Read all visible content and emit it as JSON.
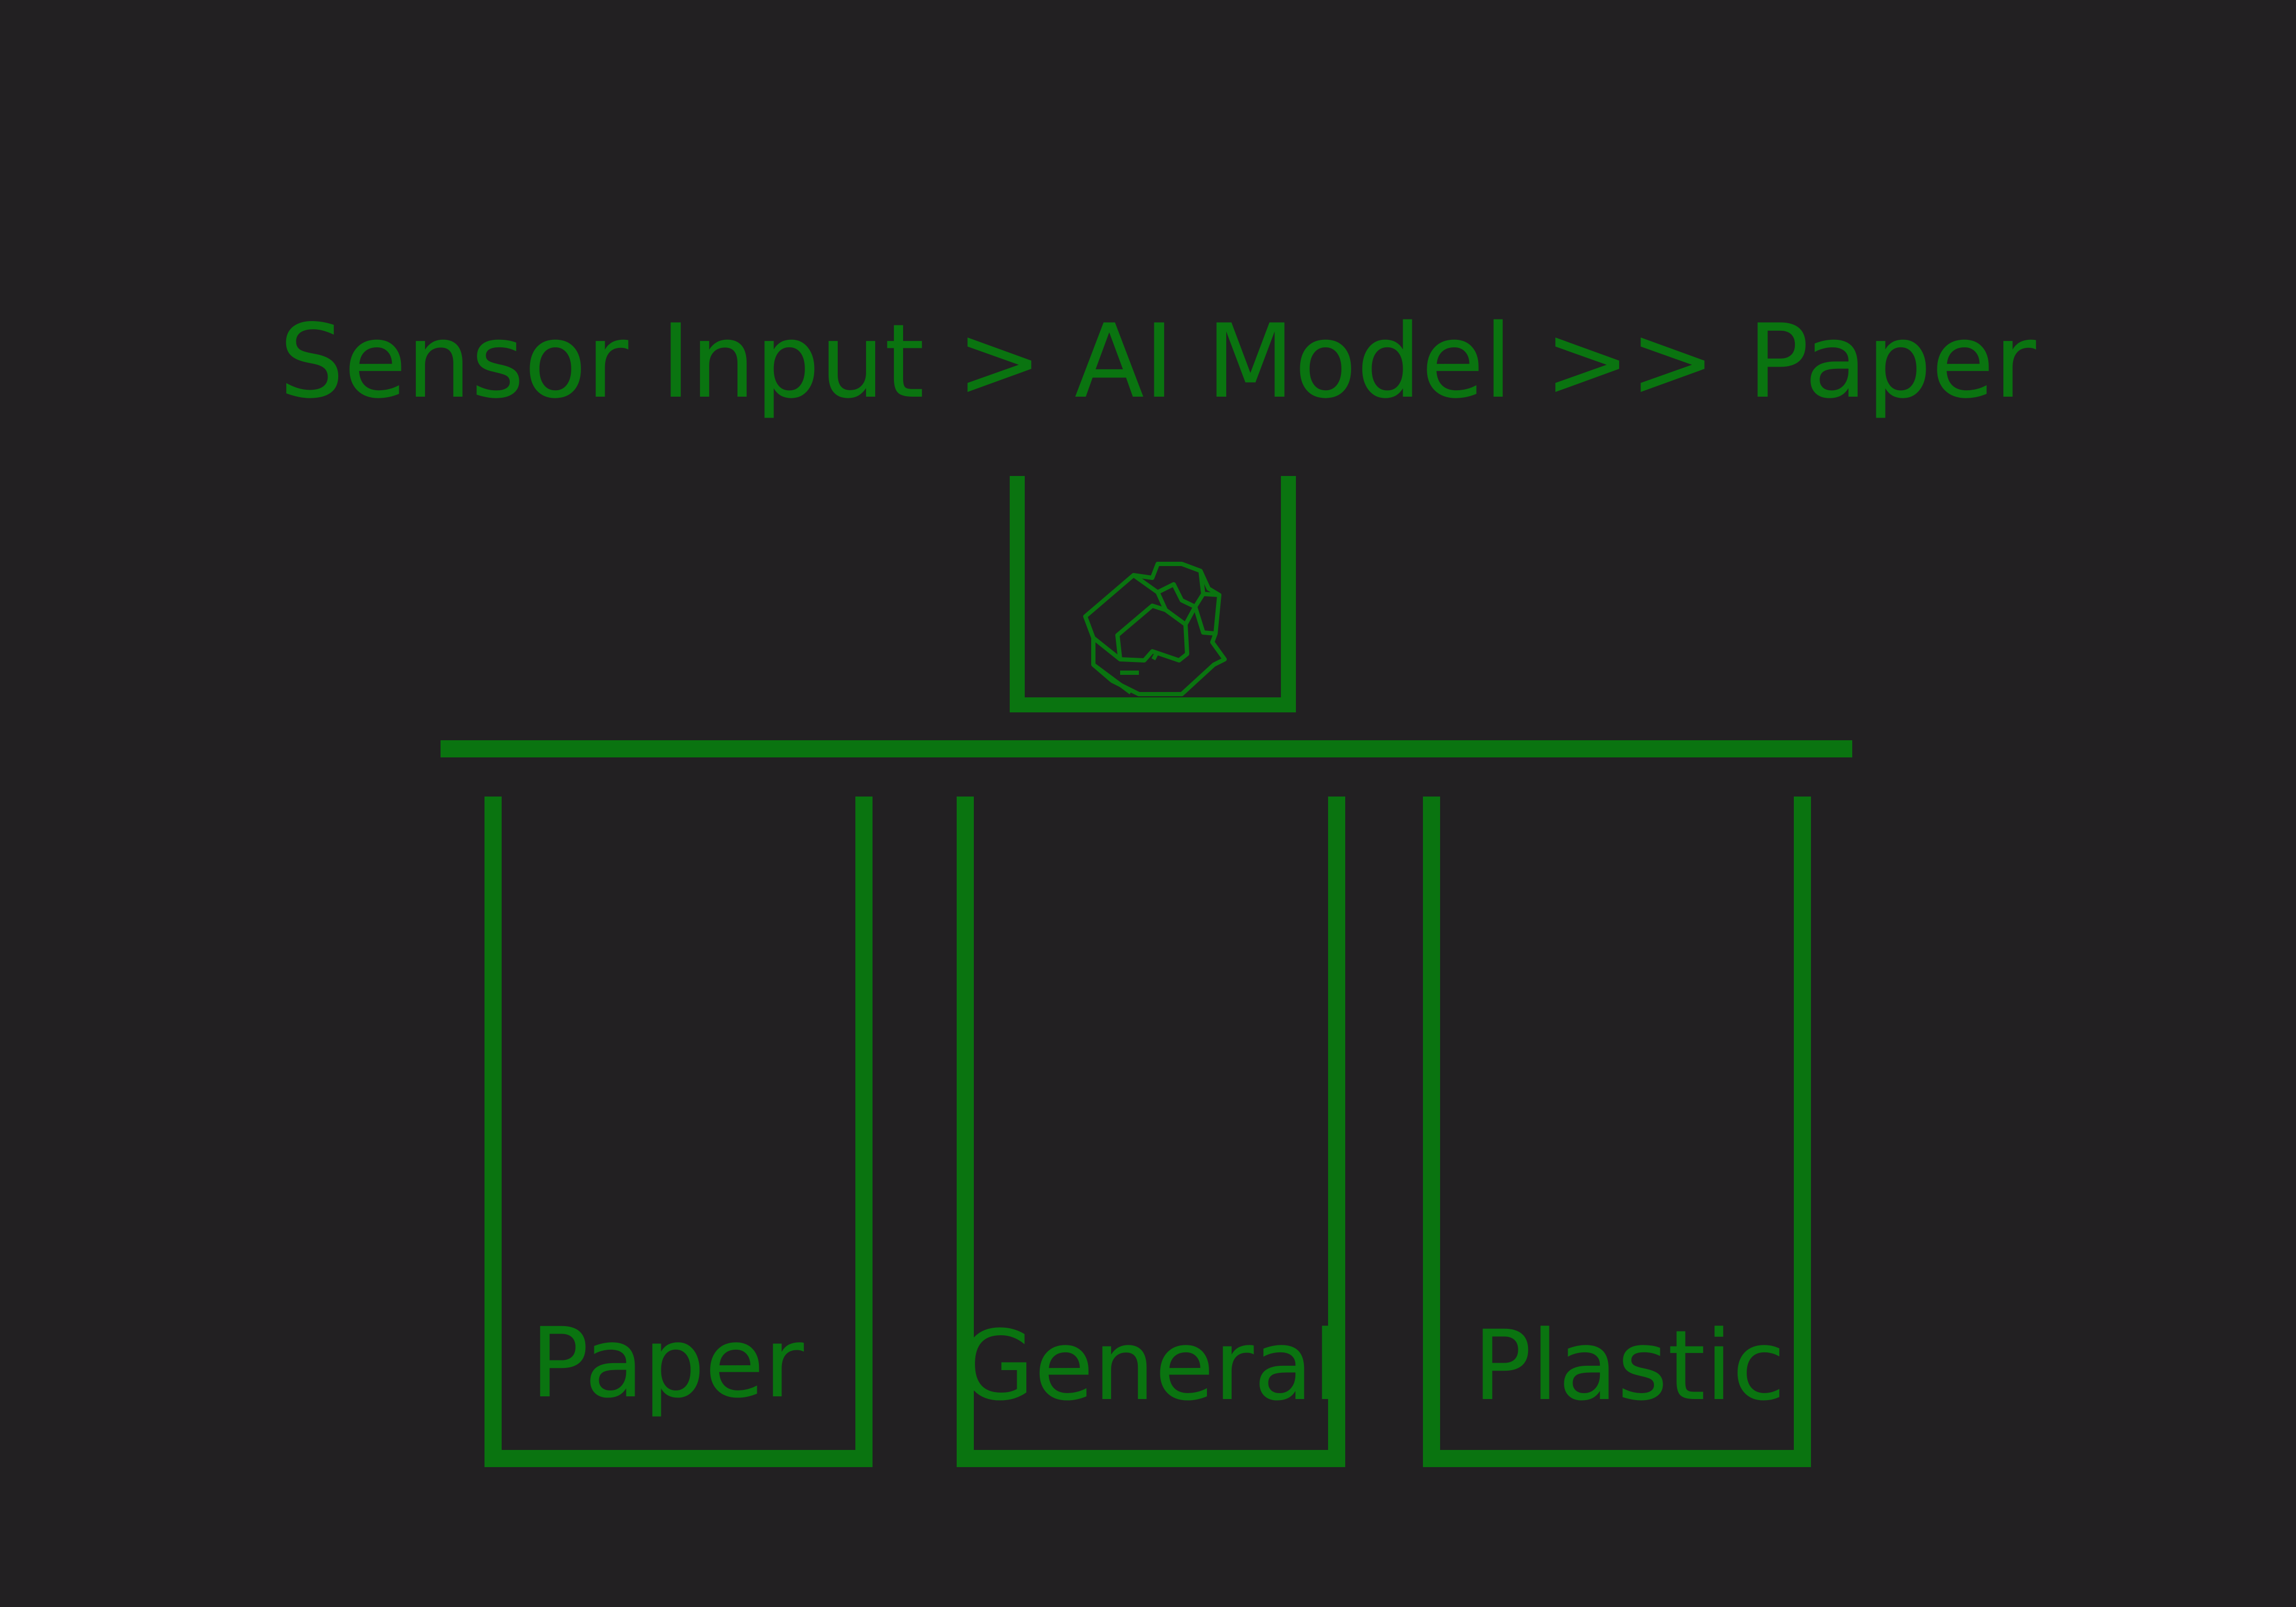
{
  "colors": {
    "background": "#222022",
    "accent": "#0a7410"
  },
  "pipeline_text": "Sensor Input > AI Model >> Paper",
  "feeder": {
    "item_icon": "crumpled-paper-icon"
  },
  "bins": [
    {
      "label": "Paper"
    },
    {
      "label": "General"
    },
    {
      "label": "Plastic"
    }
  ]
}
